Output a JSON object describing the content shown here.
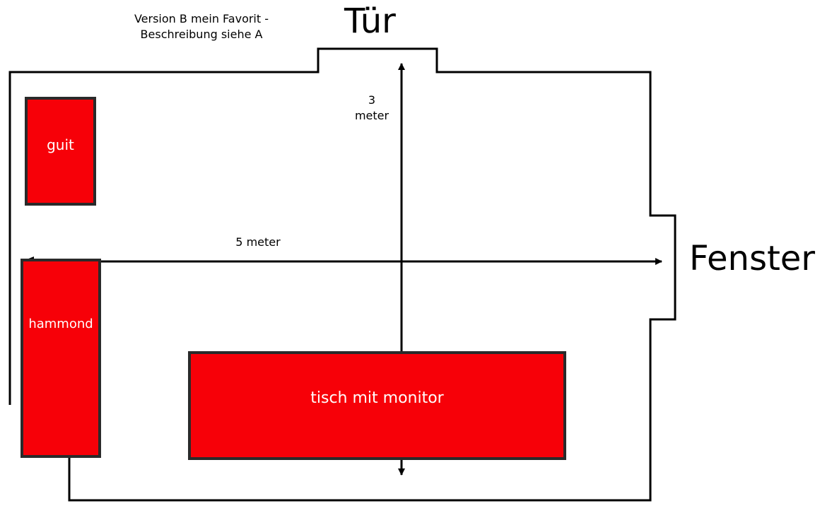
{
  "note": {
    "line1": "Version B mein Favorit -",
    "line2": "Beschreibung siehe A"
  },
  "labels": {
    "door": "Tür",
    "window": "Fenster",
    "vertical_value": "3",
    "vertical_unit": "meter",
    "horizontal": "5 meter"
  },
  "furniture": {
    "guitar": "guit",
    "hammond": "hammond",
    "desk": "tisch mit monitor"
  },
  "colors": {
    "furniture_fill": "#f70008",
    "furniture_border": "#2a2a2a",
    "lines": "#000000"
  }
}
